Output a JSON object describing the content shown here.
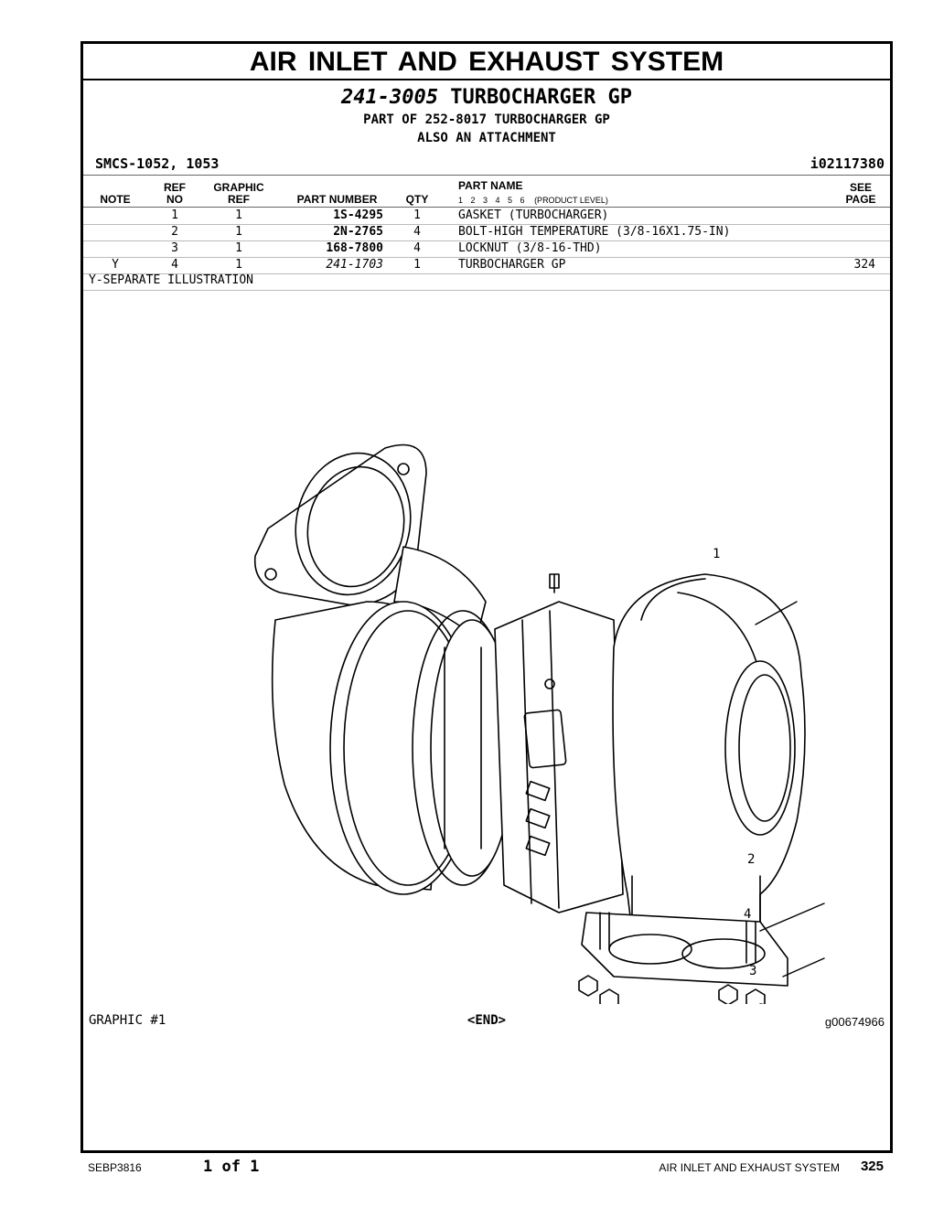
{
  "header": {
    "system_title": "AIR INLET AND EXHAUST SYSTEM",
    "group_part_number": "241-3005",
    "group_name": "TURBOCHARGER GP",
    "part_of": "PART OF 252-8017 TURBOCHARGER GP",
    "also": "ALSO AN ATTACHMENT",
    "smcs": "SMCS-1052, 1053",
    "illustration_id": "i02117380"
  },
  "columns": {
    "note": "NOTE",
    "ref_top": "REF",
    "ref_bottom": "NO",
    "graphic_top": "GRAPHIC",
    "graphic_bottom": "REF",
    "part_number": "PART NUMBER",
    "qty": "QTY",
    "part_name": "PART NAME",
    "product_levels": "1 2 3 4 5 6",
    "product_level_label": "(PRODUCT LEVEL)",
    "see_top": "SEE",
    "see_bottom": "PAGE"
  },
  "rows": [
    {
      "note": "",
      "ref": "1",
      "graphic": "1",
      "part_number": "1S-4295",
      "qty": "1",
      "name": "GASKET (TURBOCHARGER)",
      "see": ""
    },
    {
      "note": "",
      "ref": "2",
      "graphic": "1",
      "part_number": "2N-2765",
      "qty": "4",
      "name": "BOLT-HIGH TEMPERATURE (3/8-16X1.75-IN)",
      "see": ""
    },
    {
      "note": "",
      "ref": "3",
      "graphic": "1",
      "part_number": "168-7800",
      "qty": "4",
      "name": "LOCKNUT (3/8-16-THD)",
      "see": ""
    },
    {
      "note": "Y",
      "ref": "4",
      "graphic": "1",
      "part_number": "241-1703",
      "qty": "1",
      "name": "TURBOCHARGER GP",
      "see": "324"
    }
  ],
  "footnote": "Y-SEPARATE ILLUSTRATION",
  "illustration": {
    "callouts": [
      "1",
      "2",
      "4",
      "3"
    ],
    "graphic_label": "GRAPHIC #1",
    "end_label": "<END>",
    "graphic_id": "g00674966"
  },
  "footer": {
    "doc_number": "SEBP3816",
    "page_of": "1 of 1",
    "system": "AIR INLET AND EXHAUST SYSTEM",
    "page_number": "325"
  }
}
